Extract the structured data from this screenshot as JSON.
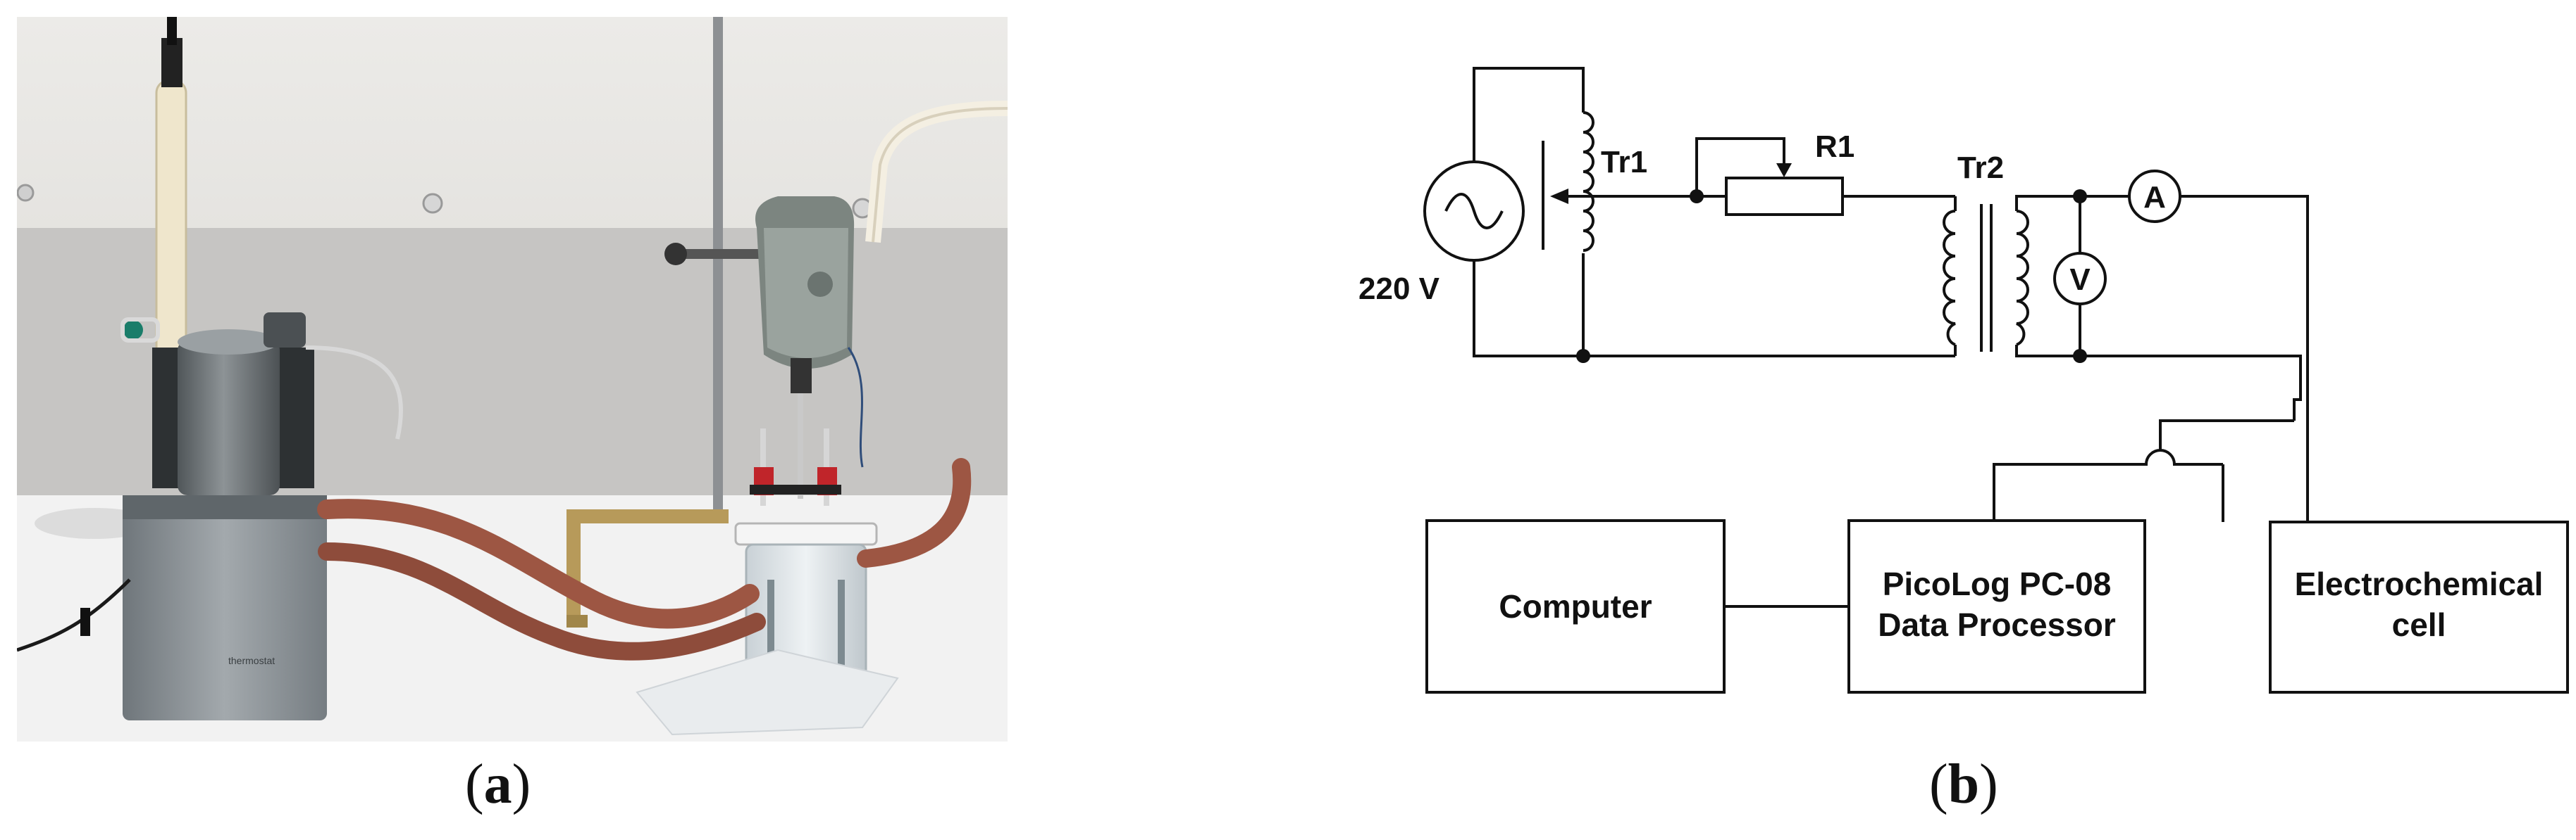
{
  "panel_a": {
    "caption_open": "(",
    "caption_letter": "a",
    "caption_close": ")",
    "photo_label": "thermostat"
  },
  "panel_b": {
    "caption_open": "(",
    "caption_letter": "b",
    "caption_close": ")",
    "source_voltage": "220 V",
    "transformer1": "Tr1",
    "transformer2": "Tr2",
    "resistor": "R1",
    "ammeter": "A",
    "voltmeter": "V",
    "boxes": {
      "computer": "Computer",
      "processor_line1": "PicoLog PC-08",
      "processor_line2": "Data Processor",
      "cell_line1": "Electrochemical",
      "cell_line2": "cell"
    }
  },
  "colors": {
    "wall": "#e4e2de",
    "wall_band": "#c4c3c1",
    "bench": "#f1f1f1",
    "thermostat_body": "#8e959a",
    "hose": "#a25a46",
    "stand_base": "#b79a5a",
    "wire": "#111111"
  }
}
